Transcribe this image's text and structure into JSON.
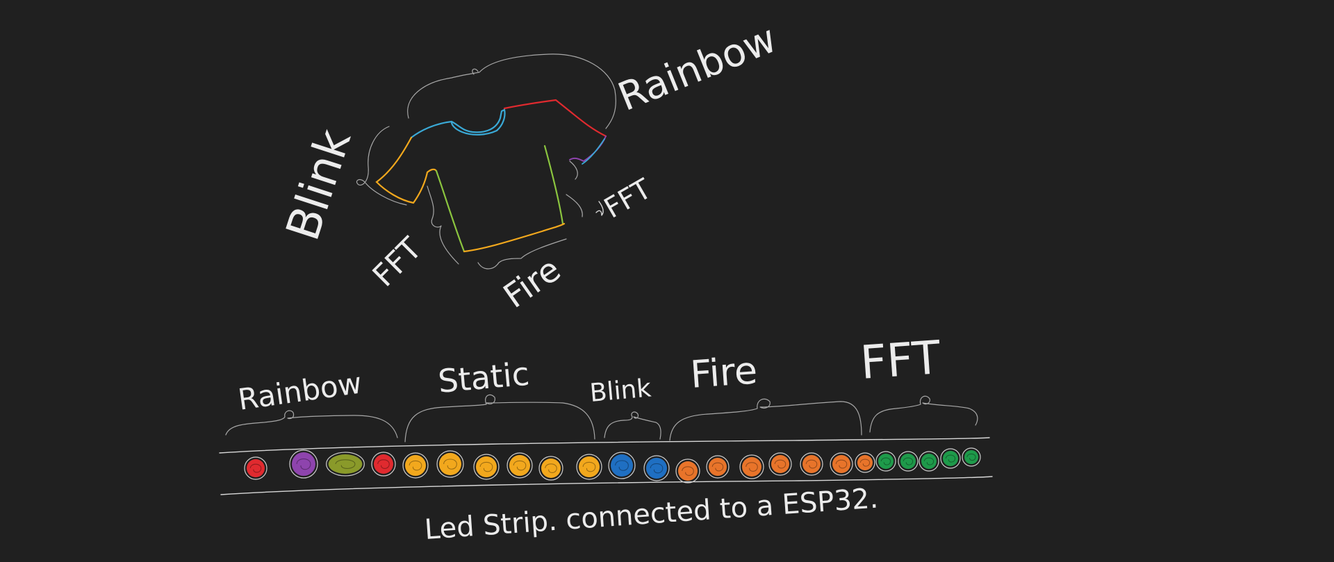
{
  "shirt_labels": {
    "top_right": "Rainbow",
    "left": "Blink",
    "bottom_left": "FFT",
    "bottom": "Fire",
    "right": "FFT"
  },
  "strip_sections": [
    {
      "label": "Rainbow"
    },
    {
      "label": "Static"
    },
    {
      "label": "Blink"
    },
    {
      "label": "Fire"
    },
    {
      "label": "FFT"
    }
  ],
  "strip_caption": "Led Strip. connected to a ESP32.",
  "colors": {
    "background": "#202020",
    "red": "#e02a2f",
    "purple": "#8e44ad",
    "olive": "#8a9a2a",
    "yellow": "#f2a81d",
    "blue": "#1f6fc2",
    "orange": "#e8742a",
    "green": "#1e9a4a",
    "cyan": "#3aa9d6",
    "lime": "#8bc53f"
  },
  "leds": [
    {
      "color": "red"
    },
    {
      "color": "purple"
    },
    {
      "color": "olive"
    },
    {
      "color": "red"
    },
    {
      "color": "yellow"
    },
    {
      "color": "yellow"
    },
    {
      "color": "yellow"
    },
    {
      "color": "yellow"
    },
    {
      "color": "yellow"
    },
    {
      "color": "yellow"
    },
    {
      "color": "blue"
    },
    {
      "color": "blue"
    },
    {
      "color": "orange"
    },
    {
      "color": "orange"
    },
    {
      "color": "orange"
    },
    {
      "color": "orange"
    },
    {
      "color": "orange"
    },
    {
      "color": "orange"
    },
    {
      "color": "orange"
    },
    {
      "color": "green"
    },
    {
      "color": "green"
    },
    {
      "color": "green"
    },
    {
      "color": "green"
    },
    {
      "color": "green"
    }
  ]
}
